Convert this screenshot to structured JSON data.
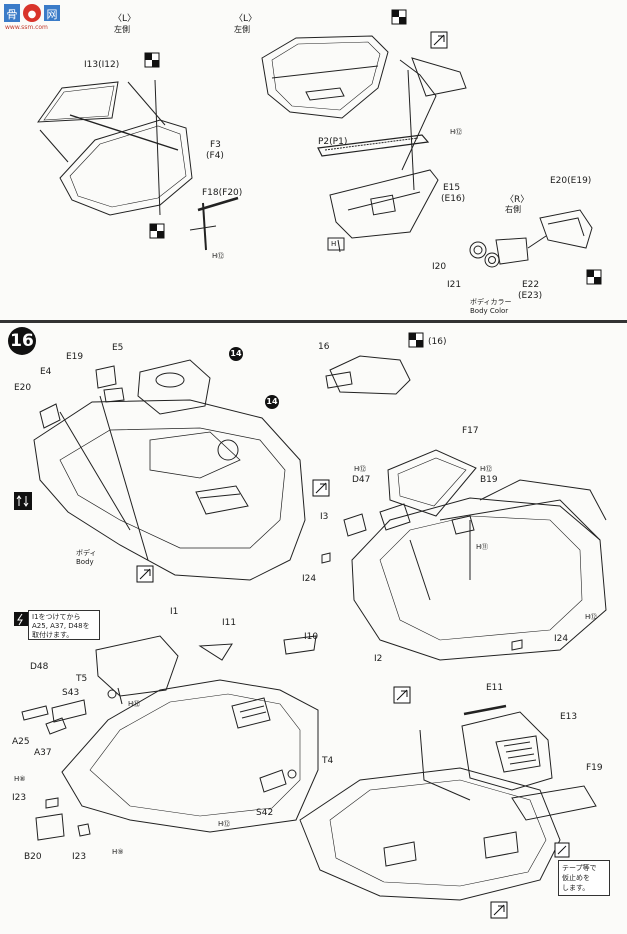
{
  "watermark": {
    "text": "www.ssm.com"
  },
  "top": {
    "left_label": "〈L〉",
    "left_label_jp": "左側",
    "left_label_2": "〈L〉",
    "left_label_jp_2": "左側",
    "labels": {
      "i13": "I13(I12)",
      "f3": "F3",
      "f4": "(F4)",
      "f18": "F18(F20)",
      "h12a": "H⑫",
      "p2": "P2(P1)",
      "h12b": "H⑫",
      "e15": "E15",
      "e16": "(E16)",
      "h_box": "H",
      "r_label": "〈R〉",
      "r_jp": "右側",
      "e20": "E20(E19)",
      "i20": "I20",
      "i21": "I21",
      "e22": "E22",
      "e23": "(E23)",
      "body_color_jp": "ボディカラー",
      "body_color": "Body Color"
    }
  },
  "step": {
    "number": "16",
    "labels": {
      "e5": "E5",
      "e19": "E19",
      "e4": "E4",
      "e20": "E20",
      "c14a": "14",
      "c14b": "14",
      "body_jp": "ボディ",
      "body": "Body",
      "e16_ref": "16",
      "paint16": "(16)",
      "f17": "F17",
      "h12c": "H⑫",
      "d47": "D47",
      "h12d": "H⑫",
      "b19": "B19",
      "i3": "I3",
      "h11": "H⑪",
      "i24a": "I24",
      "i24b": "I24",
      "h12e": "H⑫",
      "i2": "I2",
      "note1_a": "I1をつけてから",
      "note1_b": "A25, A37, D48を",
      "note1_c": "取付けます。",
      "i1": "I1",
      "i11": "I11",
      "i10": "I10",
      "d48": "D48",
      "t5": "T5",
      "s43": "S43",
      "h12f": "H⑫",
      "a25": "A25",
      "a37": "A37",
      "h8": "H⑧",
      "i23a": "I23",
      "b20": "B20",
      "i23b": "I23",
      "h9": "H⑨",
      "t4": "T4",
      "s42": "S42",
      "h12g": "H⑫",
      "e11": "E11",
      "e13": "E13",
      "f19": "F19",
      "note2_a": "テープ等で",
      "note2_b": "仮止めを",
      "note2_c": "します。"
    }
  }
}
